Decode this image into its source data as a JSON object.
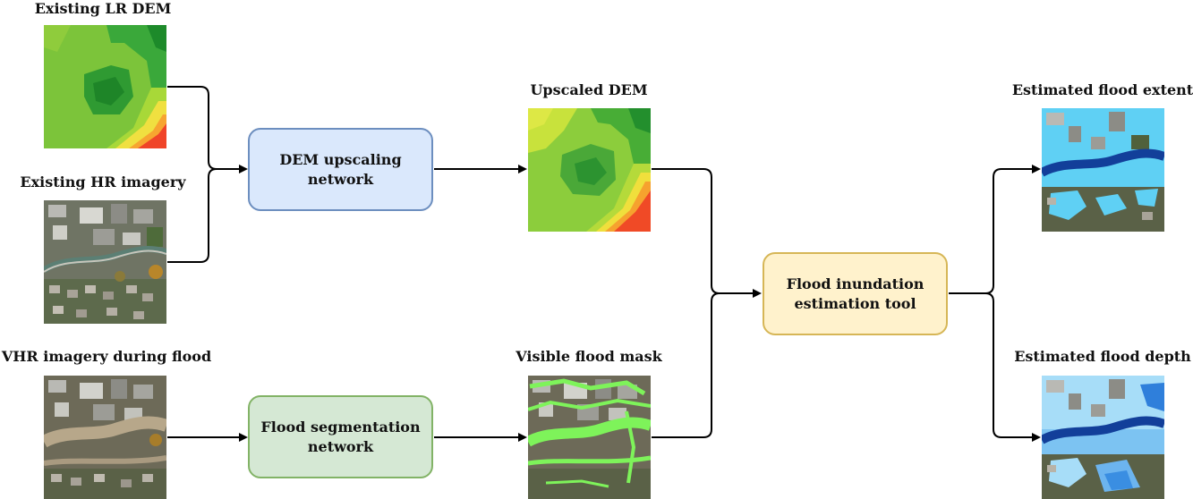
{
  "labels": {
    "lr_dem": "Existing LR DEM",
    "hr_imagery": "Existing HR imagery",
    "vhr_imagery": "VHR imagery during flood",
    "upscaled_dem": "Upscaled DEM",
    "flood_mask": "Visible flood mask",
    "flood_extent": "Estimated flood extent",
    "flood_depth": "Estimated flood depth"
  },
  "boxes": {
    "dem_upscaling": "DEM upscaling\nnetwork",
    "flood_segmentation": "Flood segmentation\nnetwork",
    "flood_inundation": "Flood inundation\nestimation tool"
  },
  "colors": {
    "dem_box_fill": "#dae8fc",
    "dem_box_border": "#6c8ebf",
    "seg_box_fill": "#d5e8d4",
    "seg_box_border": "#82b366",
    "inund_box_fill": "#fff2cc",
    "inund_box_border": "#d6b656"
  }
}
